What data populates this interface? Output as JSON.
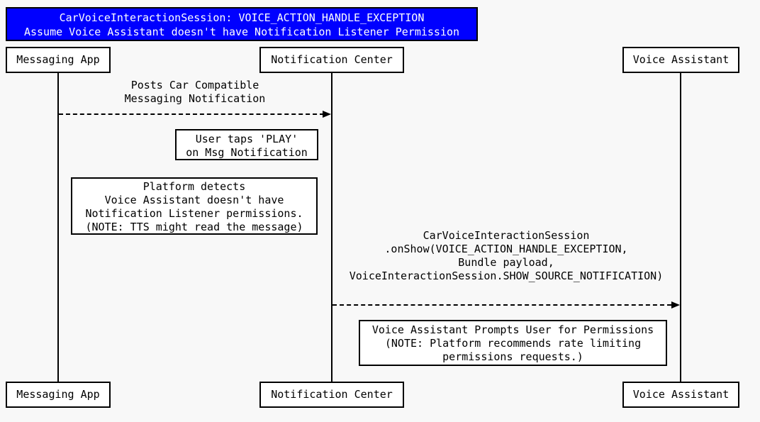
{
  "title": {
    "line1": "CarVoiceInteractionSession: VOICE_ACTION_HANDLE_EXCEPTION",
    "line2": "Assume Voice Assistant doesn't have Notification Listener Permission"
  },
  "participants": [
    {
      "name": "Messaging App"
    },
    {
      "name": "Notification Center"
    },
    {
      "name": "Voice Assistant"
    }
  ],
  "messages": [
    {
      "from": "Messaging App",
      "to": "Notification Center",
      "style": "dashed-arrow",
      "lines": [
        "Posts Car Compatible",
        "Messaging Notification"
      ]
    },
    {
      "from": "Notification Center",
      "to": "Voice Assistant",
      "style": "dashed-arrow",
      "lines": [
        "CarVoiceInteractionSession",
        ".onShow(VOICE_ACTION_HANDLE_EXCEPTION,",
        "Bundle payload,",
        "VoiceInteractionSession.SHOW_SOURCE_NOTIFICATION)"
      ]
    }
  ],
  "notes": [
    {
      "attached_to": "Notification Center",
      "lines": [
        "User taps 'PLAY'",
        "on Msg Notification"
      ]
    },
    {
      "attached_to": "Notification Center",
      "lines": [
        "Platform detects",
        "Voice Assistant doesn't have",
        "Notification Listener permissions.",
        "(NOTE: TTS might read the message)"
      ]
    },
    {
      "attached_to": "Voice Assistant",
      "lines": [
        "Voice Assistant Prompts User for Permissions",
        "(NOTE: Platform recommends rate limiting",
        "permissions requests.)"
      ]
    }
  ],
  "colors": {
    "title_bg": "#0000ff",
    "title_text": "#ffffff",
    "box_bg": "#ffffff",
    "line_color": "#000000",
    "background": "#f8f8f8"
  }
}
